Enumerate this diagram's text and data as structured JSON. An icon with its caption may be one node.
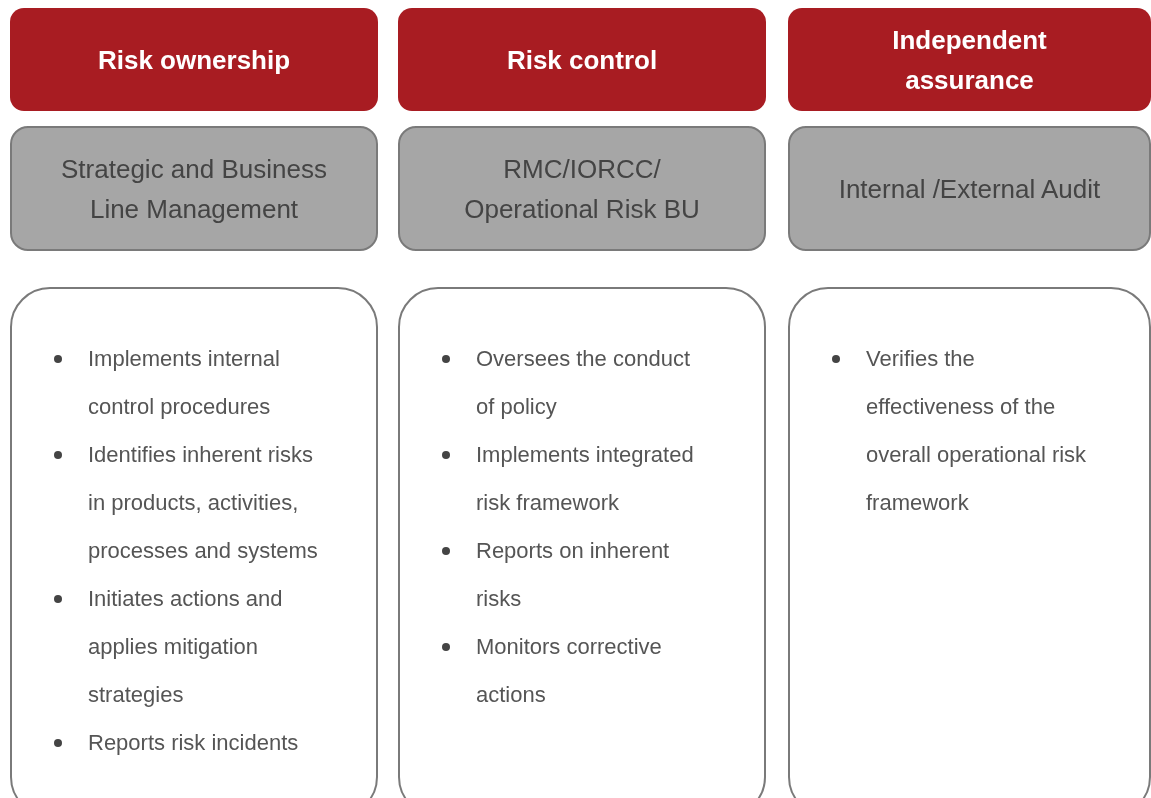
{
  "diagram": {
    "nodes": [
      {
        "text": [
          "Risk ownership"
        ]
      },
      {
        "text": [
          "Risk control"
        ]
      },
      {
        "text": [
          "Independent assurance"
        ]
      },
      {
        "text": [
          "Strategic and Business Line Management"
        ]
      },
      {
        "text": [
          "RMC/IORCC/ Operational Risk BU"
        ]
      },
      {
        "text": [
          "Internal /External Audit"
        ]
      },
      {
        "text": [
          "Implements internal control procedures",
          "Identifies inherent risks in products, activities, processes and systems",
          "Initiates actions and applies mitigation strategies",
          "Reports risk incidents"
        ]
      },
      {
        "text": [
          "Oversees the conduct of policy",
          "Implements integrated risk framework",
          "Reports on inherent risks",
          "Monitors corrective actions"
        ]
      },
      {
        "text": [
          "Verifies the effectiveness of the overall operational risk framework"
        ]
      }
    ]
  }
}
